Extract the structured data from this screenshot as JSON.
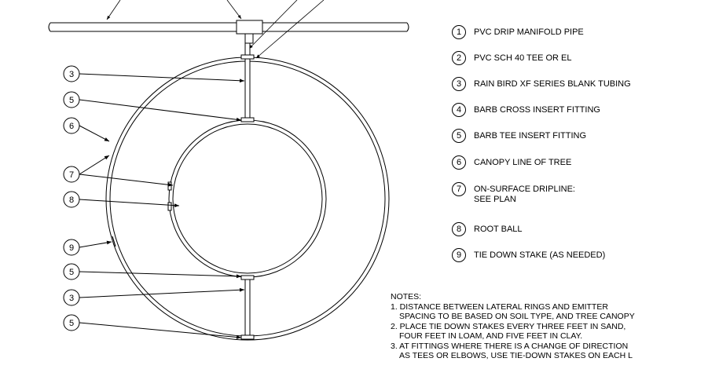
{
  "callout_labels": {
    "c3a": "3",
    "c5a": "5",
    "c6": "6",
    "c7": "7",
    "c8": "8",
    "c9": "9",
    "c5b": "5",
    "c3b": "3",
    "c5c": "5"
  },
  "legend": [
    {
      "num": "1",
      "text": "PVC DRIP MANIFOLD PIPE"
    },
    {
      "num": "2",
      "text": "PVC SCH 40 TEE OR EL"
    },
    {
      "num": "3",
      "text": "RAIN BIRD XF SERIES BLANK TUBING"
    },
    {
      "num": "4",
      "text": "BARB CROSS INSERT FITTING"
    },
    {
      "num": "5",
      "text": "BARB TEE INSERT FITTING"
    },
    {
      "num": "6",
      "text": "CANOPY LINE OF TREE"
    },
    {
      "num": "7",
      "text": "ON-SURFACE DRIPLINE:\nSEE PLAN"
    },
    {
      "num": "8",
      "text": "ROOT BALL"
    },
    {
      "num": "9",
      "text": "TIE DOWN STAKE (AS NEEDED)"
    }
  ],
  "notes": {
    "heading": "NOTES:",
    "n1a": "1. DISTANCE BETWEEN LATERAL RINGS AND EMITTER",
    "n1b": "SPACING TO BE BASED ON SOIL TYPE, AND TREE CANOPY",
    "n2a": "2. PLACE TIE DOWN STAKES EVERY THREE FEET IN SAND,",
    "n2b": "FOUR FEET IN LOAM, AND FIVE FEET IN CLAY.",
    "n3a": "3. AT FITTINGS WHERE THERE IS A CHANGE OF DIRECTION",
    "n3b": "AS TEES OR ELBOWS, USE TIE-DOWN STAKES ON EACH L"
  }
}
